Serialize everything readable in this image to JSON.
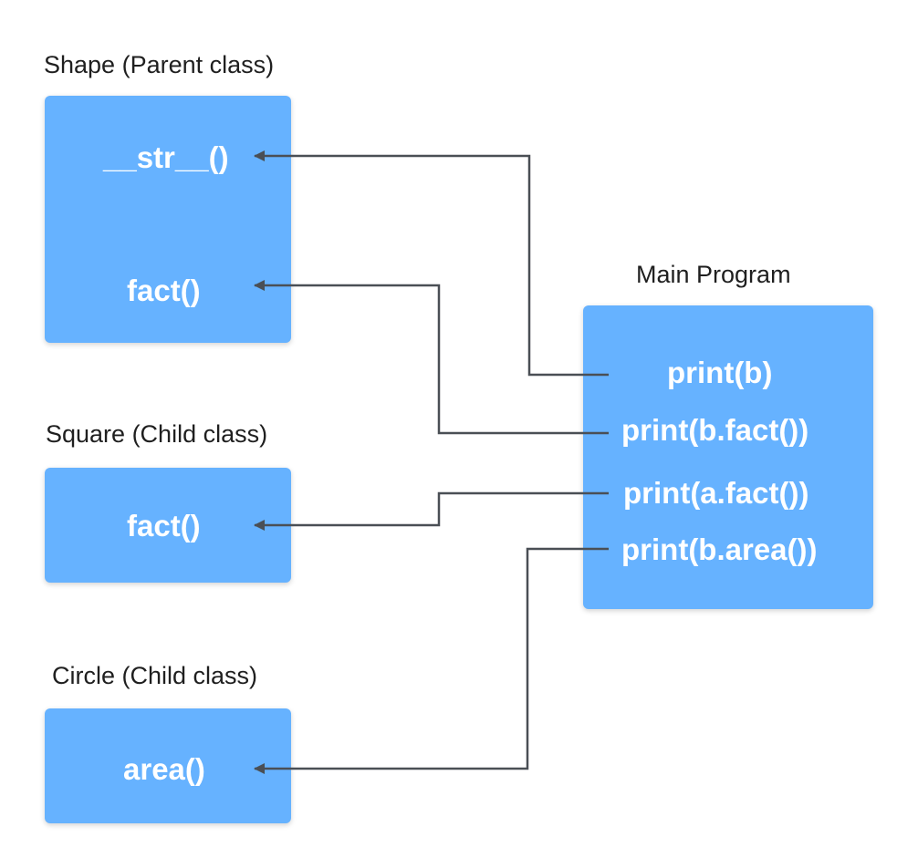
{
  "classes": {
    "shape": {
      "title": "Shape (Parent class)",
      "methods": [
        "__str__()",
        "fact()"
      ]
    },
    "square": {
      "title": "Square (Child class)",
      "methods": [
        "fact()"
      ]
    },
    "circle": {
      "title": "Circle (Child class)",
      "methods": [
        "area()"
      ]
    }
  },
  "main": {
    "title": "Main Program",
    "calls": [
      "print(b)",
      "print(b.fact())",
      "print(a.fact())",
      "print(b.area())"
    ]
  },
  "colors": {
    "box": "#66b2ff",
    "connector": "#4a4f55",
    "text": "#ffffff",
    "label": "#1f1f1f"
  }
}
